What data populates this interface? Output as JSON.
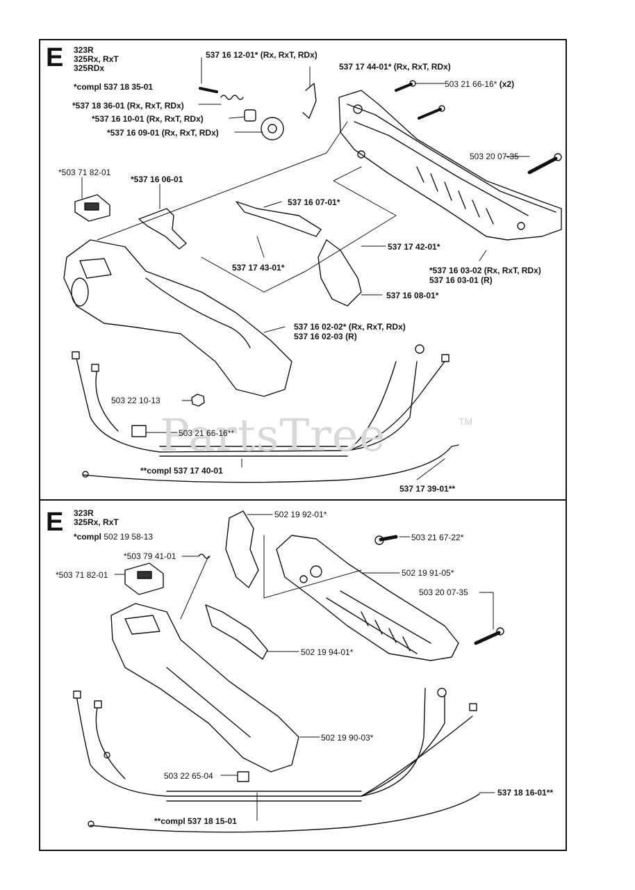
{
  "watermark": {
    "text": "PartsTree",
    "tm": "TM"
  },
  "top_panel": {
    "letter": "E",
    "models": [
      "323R",
      "325Rx, RxT",
      "325RDx"
    ],
    "compl_note": "*compl 537 18 35-01",
    "labels": {
      "l1": "537 16 12-01* (Rx, RxT, RDx)",
      "l2": "537 17 44-01* (Rx, RxT, RDx)",
      "l3": "503 21 66-16*",
      "l3b": "(x2)",
      "l4": "*537 18 36-01 (Rx, RxT, RDx)",
      "l5": "*537 16 10-01 (Rx, RxT, RDx)",
      "l6": "*537 16 09-01 (Rx, RxT, RDx)",
      "l7": "503 20 07-35",
      "l8": "*503 71 82-01",
      "l9": "*537 16 06-01",
      "l10": "537 16 07-01*",
      "l11": "537 17 42-01*",
      "l12": "537 17 43-01*",
      "l13a": "*537 16 03-02 (Rx, RxT, RDx)",
      "l13b": "537 16 03-01 (R)",
      "l14": "537 16 08-01*",
      "l15a": "537 16 02-02* (Rx, RxT, RDx)",
      "l15b": "537 16 02-03 (R)",
      "l16": "503 22 10-13",
      "l17": "503 21 66-16**",
      "l18": "**compl 537 17 40-01",
      "l19": "537 17 39-01**"
    }
  },
  "bottom_panel": {
    "letter": "E",
    "models": [
      "323R",
      "325Rx, RxT"
    ],
    "compl_note": "*compl 502 19 58-13",
    "labels": {
      "m1": "502 19 92-01*",
      "m2": "503 21 67-22*",
      "m3": "*503 79 41-01",
      "m4": "*503 71 82-01",
      "m5": "502 19 91-05*",
      "m6": "503 20 07-35",
      "m7": "502 19 94-01*",
      "m8": "502 19 90-03*",
      "m9": "503 22 65-04",
      "m10": "537 18 16-01**",
      "m11": "**compl 537 18 15-01"
    }
  }
}
